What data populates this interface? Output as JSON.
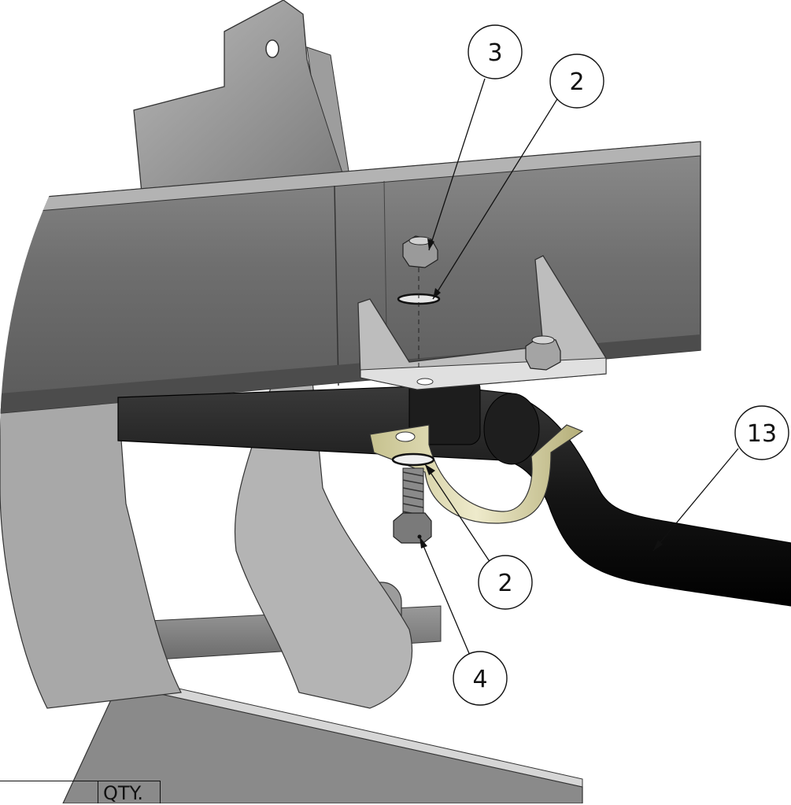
{
  "balloons": [
    {
      "id": "balloon-3",
      "label": "3"
    },
    {
      "id": "balloon-2-top",
      "label": "2"
    },
    {
      "id": "balloon-13",
      "label": "13"
    },
    {
      "id": "balloon-2-bottom",
      "label": "2"
    },
    {
      "id": "balloon-4",
      "label": "4"
    }
  ],
  "bom": {
    "qty_header": "QTY."
  },
  "colors": {
    "steel": "#8f8f8f",
    "steel_dark": "#5f5f5f",
    "steel_light": "#c9c9c9",
    "sway_bar": "#151515",
    "bushing_bracket": "#d9d5a8"
  }
}
